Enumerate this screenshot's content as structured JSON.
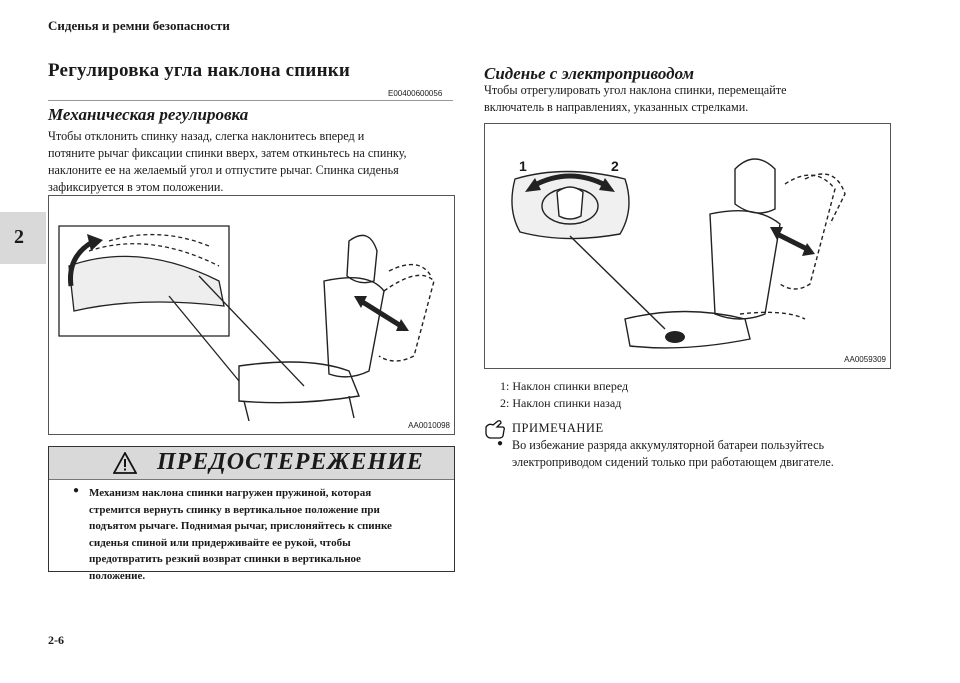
{
  "header": {
    "section_title": "Сиденья и ремни безопасности"
  },
  "chapter_tab": {
    "number": "2"
  },
  "left_column": {
    "title": "Регулировка угла наклона спинки",
    "code": "E00400600056",
    "subtitle": "Механическая регулировка",
    "paragraph_lines": [
      "Чтобы отклонить спинку назад, слегка наклонитесь вперед и",
      "потяните рычаг фиксации спинки вверх, затем откиньтесь на спинку,",
      "наклоните ее на желаемый угол и отпустите рычаг. Спинка сиденья",
      "зафиксируется в этом положении."
    ],
    "figure_code": "AA0010098",
    "warning": {
      "title": "ПРЕДОСТЕРЕЖЕНИЕ",
      "bullet": "●",
      "lines": [
        "Механизм наклона спинки нагружен пружиной, которая",
        "стремится вернуть спинку в вертикальное положение при",
        "подъятом рычаге. Поднимая рычаг, прислоняйтесь к спинке",
        "сиденья спиной или придерживайте ее рукой, чтобы",
        "предотвратить резкий возврат спинки в вертикальное",
        "положение."
      ]
    }
  },
  "right_column": {
    "subtitle": "Сиденье с электроприводом",
    "paragraph_lines": [
      "Чтобы отрегулировать угол наклона спинки, перемещайте",
      "включатель в направлениях, указанных стрелками."
    ],
    "figure_code": "AA0059309",
    "figure_labels": {
      "label1": "1",
      "label2": "2"
    },
    "legend": [
      "1:  Наклон спинки вперед",
      "2:  Наклон спинки назад"
    ],
    "note": {
      "label": "ПРИМЕЧАНИЕ",
      "icon": "note-hand-icon",
      "bullet": "●",
      "lines": [
        "Во избежание разряда аккумуляторной батареи пользуйтесь",
        "электроприводом сидений только при работающем двигателе."
      ]
    }
  },
  "footer": {
    "page_number": "2-6"
  }
}
